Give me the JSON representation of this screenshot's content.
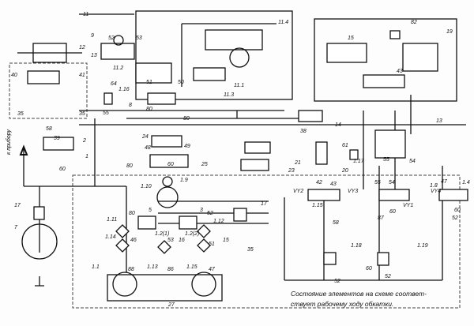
{
  "labels": [
    "11",
    "9",
    "52",
    "53",
    "12",
    "13",
    "40",
    "41",
    "11.2",
    "11.4",
    "51",
    "50",
    "11.1",
    "8",
    "80",
    "1.16",
    "64",
    "55",
    "35",
    "35",
    "11.3",
    "80",
    "82",
    "19",
    "15",
    "43",
    "14",
    "13",
    "38",
    "39",
    "2",
    "58",
    "60",
    "1",
    "80",
    "24",
    "48",
    "49",
    "25",
    "60",
    "21",
    "23",
    "20",
    "61",
    "1.17",
    "55",
    "54",
    "1.10",
    "1.9",
    "55",
    "54",
    "1.8",
    "42",
    "43",
    "VY2",
    "VY3",
    "VY1",
    "1.15",
    "87",
    "60",
    "VY4",
    "47",
    "1.4",
    "60",
    "52",
    "17",
    "7",
    "1.11",
    "5",
    "3",
    "80",
    "52",
    "1.12",
    "1.2(1)",
    "1.2(2)",
    "1.14",
    "46",
    "53",
    "16",
    "51",
    "15",
    "17",
    "35",
    "1.1",
    "88",
    "1.13",
    "86",
    "1.15",
    "47",
    "27",
    "58",
    "1.18",
    "1.19",
    "60",
    "52",
    "52"
  ],
  "side_label": "к прибору",
  "note_line1": "Состояние элементов на схеме соответ-",
  "note_line2": "ствует рабочему ходу обкатки."
}
